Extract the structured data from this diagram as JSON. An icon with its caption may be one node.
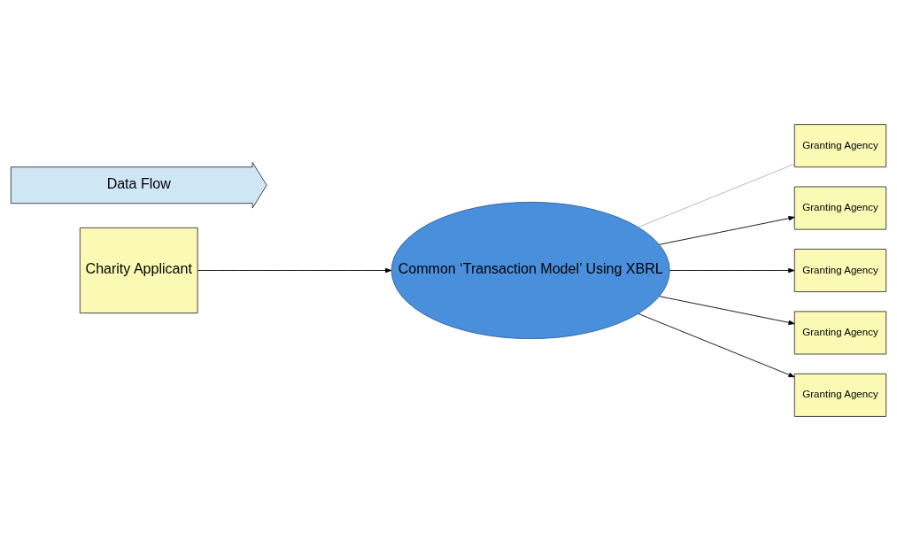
{
  "diagram": {
    "nodes": [
      {
        "text": [
          "Charity Applicant"
        ]
      },
      {
        "text": [
          "Common ‘Transaction Model’ Using XBRL"
        ]
      },
      {
        "text": [
          "Granting Agency"
        ]
      },
      {
        "text": [
          "Granting Agency"
        ]
      },
      {
        "text": [
          "Granting Agency"
        ]
      },
      {
        "text": [
          "Granting Agency"
        ]
      },
      {
        "text": [
          "Granting Agency"
        ]
      },
      {
        "text": [
          "Data Flow"
        ]
      }
    ],
    "edges": [
      {
        "from": 0,
        "to": 1,
        "arrow": "to"
      },
      {
        "from": 1,
        "to": 2,
        "arrow": "none",
        "color": "#b0b0b0"
      },
      {
        "from": 1,
        "to": 3,
        "arrow": "to"
      },
      {
        "from": 1,
        "to": 4,
        "arrow": "to"
      },
      {
        "from": 1,
        "to": 5,
        "arrow": "to"
      },
      {
        "from": 1,
        "to": 6,
        "arrow": "to"
      }
    ]
  }
}
